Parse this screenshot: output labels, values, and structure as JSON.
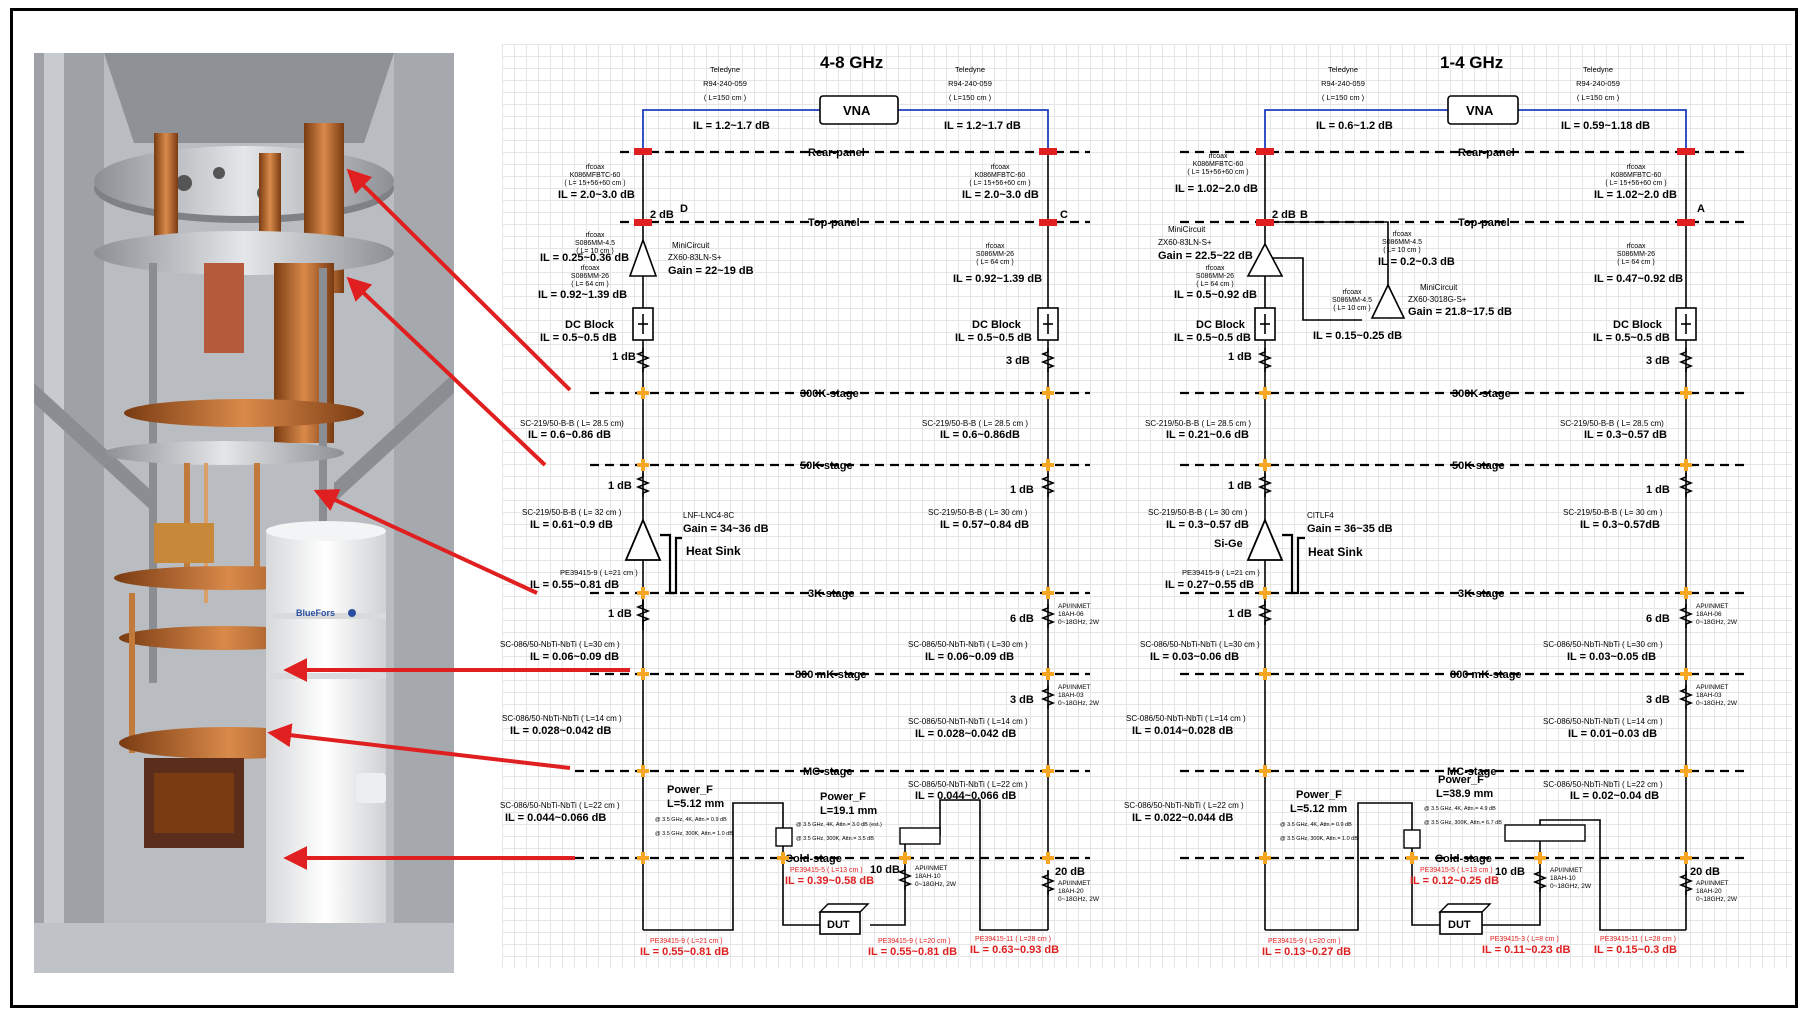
{
  "photo": {
    "cryostat_brand": "BlueFors"
  },
  "band_left": {
    "title": "4-8 GHz",
    "vna": "VNA",
    "teledyne_in": {
      "line1": "Teledyne",
      "line2": "R94-240-059",
      "line3": "( L=150 cm )"
    },
    "teledyne_out": {
      "line1": "Teledyne",
      "line2": "R94-240-059",
      "line3": "( L=150 cm )"
    },
    "il_in": "IL = 1.2~1.7 dB",
    "il_out": "IL = 1.2~1.7 dB",
    "rear_rf_left": {
      "l1": "rfcoax",
      "l2": "K086MFBTC-60",
      "l3": "( L= 15+56+60 cm )",
      "il": "IL = 2.0~3.0 dB"
    },
    "rear_rf_right": {
      "l1": "rfcoax",
      "l2": "K086MFBTC-60",
      "l3": "( L= 15+56+60 cm )",
      "il": "IL = 2.0~3.0 dB"
    },
    "port_d": "D",
    "port_c": "C",
    "att_2db": "2 dB",
    "rf_short": {
      "l1": "rfcoax",
      "l2": "S086MM-4.5",
      "l3": "( L= 10 cm )",
      "il": "IL = 0.25~0.36 dB"
    },
    "amp_top": {
      "l1": "MiniCircuit",
      "l2": "ZX60-83LN-S+",
      "gain": "Gain = 22~19 dB"
    },
    "rf_mid_left": {
      "l1": "rfcoax",
      "l2": "S086MM-26",
      "l3": "( L= 64 cm )",
      "il": "IL = 0.92~1.39 dB"
    },
    "rf_mid_right": {
      "l1": "rfcoax",
      "l2": "S086MM-26",
      "l3": "( L= 64 cm )",
      "il": "IL = 0.92~1.39 dB"
    },
    "dc_left": {
      "label": "DC Block",
      "il": "IL = 0.5~0.5 dB"
    },
    "dc_right": {
      "label": "DC Block",
      "il": "IL = 0.5~0.5 dB"
    },
    "att_1db_a": "1 dB",
    "att_3db_a": "3 dB",
    "sc_left_1": {
      "l1": "SC-219/50-B-B ( L= 28.5  cm)",
      "il": "IL = 0.6~0.86 dB"
    },
    "sc_right_1": {
      "l1": "SC-219/50-B-B ( L= 28.5 cm )",
      "il": "IL = 0.6~0.86dB"
    },
    "att_1db_b": "1 dB",
    "att_1db_c": "1 dB",
    "sc_left_2": {
      "l1": "SC-219/50-B-B ( L= 32 cm )",
      "il": "IL = 0.61~0.9 dB"
    },
    "sc_right_2": {
      "l1": "SC-219/50-B-B ( L= 30 cm )",
      "il": "IL = 0.57~0.84 dB"
    },
    "lna": {
      "l1": "LNF-LNC4-8C",
      "gain": "Gain = 34~36 dB",
      "sink": "Heat Sink"
    },
    "pe_left": {
      "l1": "PE39415-9 ( L=21 cm )",
      "il": "IL = 0.55~0.81 dB"
    },
    "att_1db_d": "1 dB",
    "att_6db": {
      "label": "6 dB",
      "l1": "API/INMET",
      "l2": "18AH-06",
      "l3": "0~18GHz, 2W"
    },
    "sc086_left_1": {
      "l1": "SC-086/50-NbTi-NbTi ( L=30 cm )",
      "il": "IL = 0.06~0.09 dB"
    },
    "sc086_right_1": {
      "l1": "SC-086/50-NbTi-NbTi ( L=30 cm )",
      "il": "IL = 0.06~0.09 dB"
    },
    "att_3db_b": {
      "label": "3 dB",
      "l1": "API/INMET",
      "l2": "18AH-03",
      "l3": "0~18GHz, 2W"
    },
    "sc086_left_2": {
      "l1": "SC-086/50-NbTi-NbTi ( L=14 cm )",
      "il": "IL = 0.028~0.042 dB"
    },
    "sc086_right_2": {
      "l1": "SC-086/50-NbTi-NbTi ( L=14 cm )",
      "il": "IL = 0.028~0.042 dB"
    },
    "sc086_left_3": {
      "l1": "SC-086/50-NbTi-NbTi ( L=22 cm )",
      "il": "IL = 0.044~0.066 dB"
    },
    "sc086_right_3": {
      "l1": "SC-086/50-NbTi-NbTi ( L=22 cm )",
      "il": "IL = 0.044~0.066 dB"
    },
    "pf1": {
      "l1": "Power_F",
      "l2": "L=5.12 mm",
      "n1": "@ 3.5 GHz, 4K, Attn.= 0.9 dB",
      "n2": "@ 3.5 GHz, 300K, Attn.= 1.0 dB"
    },
    "pf2": {
      "l1": "Power_F",
      "l2": "L=19.1 mm",
      "n1": "@ 3.5 GHz, 4K, Attn.= 3.0 dB (est.)",
      "n2": "@ 3.5 GHz, 300K, Attn.= 3.5 dB"
    },
    "att_10db": {
      "label": "10 dB",
      "l1": "API/INMET",
      "l2": "18AH-10",
      "l3": "0~18GHz, 2W"
    },
    "att_20db": {
      "label": "20 dB",
      "l1": "API/INMET",
      "l2": "18AH-20",
      "l3": "0~18GHz, 2W"
    },
    "pe5": {
      "l1": "PE39415-5 ( L=13 cm )",
      "il": "IL = 0.39~0.58 dB"
    },
    "dut": "DUT",
    "pe_bot_1": {
      "l1": "PE39415-9 ( L=21 cm )",
      "il": "IL = 0.55~0.81 dB"
    },
    "pe_bot_2": {
      "l1": "PE39415-9 ( L=20 cm )",
      "il": "IL = 0.55~0.81 dB"
    },
    "pe_bot_3": {
      "l1": "PE39415-11 ( L=28 cm )",
      "il": "IL = 0.63~0.93 dB"
    }
  },
  "band_right": {
    "title": "1-4 GHz",
    "vna": "VNA",
    "teledyne_in": {
      "line1": "Teledyne",
      "line2": "R94-240-059",
      "line3": "( L=150 cm )"
    },
    "teledyne_out": {
      "line1": "Teledyne",
      "line2": "R94-240-059",
      "line3": "( L=150 cm )"
    },
    "il_in": "IL = 0.6~1.2 dB",
    "il_out": "IL = 0.59~1.18 dB",
    "rear_rf_left": {
      "l1": "rfcoax",
      "l2": "K086MFBTC-60",
      "l3": "( L= 15+56+60 cm )",
      "il": "IL = 1.02~2.0 dB"
    },
    "rear_rf_right": {
      "l1": "rfcoax",
      "l2": "K086MFBTC-60",
      "l3": "( L= 15+56+60 cm )",
      "il": "IL = 1.02~2.0 dB"
    },
    "port_b": "B",
    "port_a": "A",
    "att_2db": "2 dB",
    "amp_a": {
      "l1": "MiniCircuit",
      "l2": "ZX60-83LN-S+",
      "gain": "Gain = 22.5~22 dB"
    },
    "rf_short_1": {
      "l1": "rfcoax",
      "l2": "S086MM-4.5",
      "l3": "( L= 10 cm )",
      "il": "IL = 0.2~0.3 dB"
    },
    "amp_b": {
      "l1": "MiniCircuit",
      "l2": "ZX60-3018G-S+",
      "gain": "Gain = 21.8~17.5 dB"
    },
    "rf_mid_left": {
      "l1": "rfcoax",
      "l2": "S086MM-26",
      "l3": "( L= 64 cm )",
      "il": "IL = 0.5~0.92 dB"
    },
    "rf_mid_right": {
      "l1": "rfcoax",
      "l2": "S086MM-26",
      "l3": "( L= 64 cm )",
      "il": "IL = 0.47~0.92 dB"
    },
    "rf_short_2": {
      "l1": "rfcoax",
      "l2": "S086MM-4.5",
      "l3": "( L= 10 cm )",
      "il": "IL = 0.15~0.25 dB"
    },
    "dc_left": {
      "label": "DC Block",
      "il": "IL = 0.5~0.5 dB"
    },
    "dc_right": {
      "label": "DC Block",
      "il": "IL = 0.5~0.5 dB"
    },
    "att_1db_a": "1 dB",
    "att_3db_a": "3 dB",
    "sc_left_1": {
      "l1": "SC-219/50-B-B ( L= 28.5 cm )",
      "il": "IL = 0.21~0.6 dB"
    },
    "sc_right_1": {
      "l1": "SC-219/50-B-B ( L= 28.5  cm)",
      "il": "IL = 0.3~0.57 dB"
    },
    "att_1db_b": "1 dB",
    "att_1db_c": "1 dB",
    "sc_left_2": {
      "l1": "SC-219/50-B-B ( L= 30 cm )",
      "il": "IL = 0.3~0.57 dB"
    },
    "sc_right_2": {
      "l1": "SC-219/50-B-B ( L= 30 cm )",
      "il": "IL = 0.3~0.57dB"
    },
    "lna": {
      "l1": "CITLF4",
      "gain": "Gain = 36~35 dB",
      "sink": "Heat Sink",
      "type": "Si-Ge"
    },
    "pe_left": {
      "l1": "PE39415-9 ( L=21 cm )",
      "il": "IL = 0.27~0.55 dB"
    },
    "att_1db_d": "1 dB",
    "att_6db": {
      "label": "6 dB",
      "l1": "API/INMET",
      "l2": "18AH-06",
      "l3": "0~18GHz, 2W"
    },
    "sc086_left_1": {
      "l1": "SC-086/50-NbTi-NbTi ( L=30 cm )",
      "il": "IL = 0.03~0.06 dB"
    },
    "sc086_right_1": {
      "l1": "SC-086/50-NbTi-NbTi ( L=30 cm )",
      "il": "IL = 0.03~0.05 dB"
    },
    "att_3db_b": {
      "label": "3 dB",
      "l1": "API/INMET",
      "l2": "18AH-03",
      "l3": "0~18GHz, 2W"
    },
    "sc086_left_2": {
      "l1": "SC-086/50-NbTi-NbTi ( L=14 cm )",
      "il": "IL = 0.014~0.028 dB"
    },
    "sc086_right_2": {
      "l1": "SC-086/50-NbTi-NbTi ( L=14 cm )",
      "il": "IL = 0.01~0.03 dB"
    },
    "sc086_left_3": {
      "l1": "SC-086/50-NbTi-NbTi ( L=22 cm )",
      "il": "IL = 0.022~0.044 dB"
    },
    "sc086_right_3": {
      "l1": "SC-086/50-NbTi-NbTi ( L=22 cm )",
      "il": "IL = 0.02~0.04 dB"
    },
    "pf1": {
      "l1": "Power_F",
      "l2": "L=5.12 mm",
      "n1": "@ 3.5 GHz, 4K, Attn.= 0.9 dB",
      "n2": "@ 3.5 GHz, 300K, Attn.= 1.0 dB"
    },
    "pf2": {
      "l1": "Power_F",
      "l2": "L=38.9 mm",
      "n1": "@ 3.5 GHz, 4K, Attn.= 4.9 dB",
      "n2": "@ 3.5 GHz, 300K, Attn.= 6.7 dB"
    },
    "att_10db": {
      "label": "10 dB",
      "l1": "API/INMET",
      "l2": "18AH-10",
      "l3": "0~18GHz, 2W"
    },
    "att_20db": {
      "label": "20 dB",
      "l1": "API/INMET",
      "l2": "18AH-20",
      "l3": "0~18GHz, 2W"
    },
    "pe5_top": {
      "l1": "PE39415-5 ( L=13 cm )",
      "il": "IL = 0.12~0.25 dB"
    },
    "dut": "DUT",
    "pe_bot_1": {
      "l1": "PE39415-9 ( L=20 cm )",
      "il": "IL = 0.13~0.27 dB"
    },
    "pe_bot_2": {
      "l1": "PE39415-3 ( L=8 cm )",
      "il": "IL = 0.11~0.23 dB"
    },
    "pe_bot_3": {
      "l1": "PE39415-11 ( L=28 cm )",
      "il": "IL = 0.15~0.3 dB"
    }
  },
  "stages": {
    "rear": "Rear-panel",
    "top": "Top-panel",
    "k300": "300K-stage",
    "k50": "50K-stage",
    "k3": "3K-stage",
    "mk800": "800 mK-stage",
    "mc": "MC-stage",
    "cold": "Cold-stage"
  },
  "colors": {
    "accent_red": "#e02020",
    "wire_blue": "#1f3fbf",
    "connector_orange": "#f5a623",
    "label_red": "#e02020"
  }
}
